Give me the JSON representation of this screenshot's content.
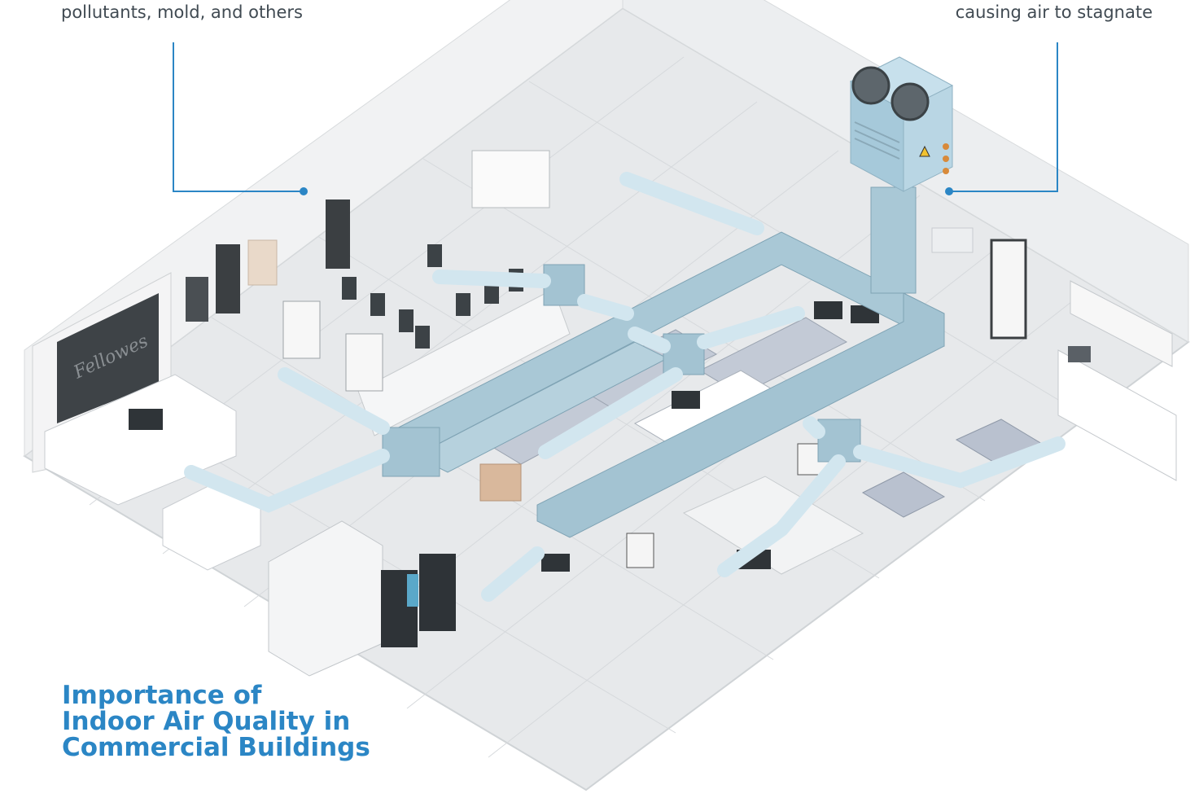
{
  "callouts": {
    "left": "pollutants, mold, and others",
    "right": "causing air to stagnate"
  },
  "title": {
    "line1": "Importance of",
    "line2": "Indoor Air Quality in",
    "line3": "Commercial Buildings"
  },
  "brand_sign": "Fellowes",
  "colors": {
    "accent": "#2b86c5",
    "duct": "#a9c8d6",
    "floor": "#e6e8ea",
    "text": "#404a52"
  }
}
